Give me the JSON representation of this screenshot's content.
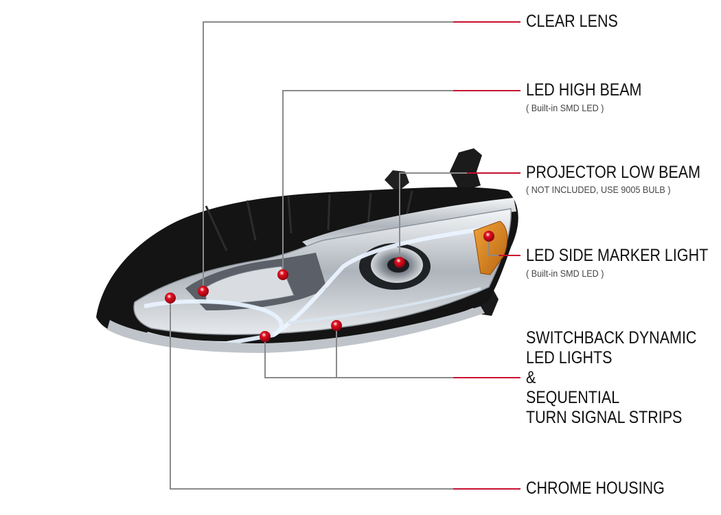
{
  "colors": {
    "leader_line": "#8a8a8a",
    "accent_red": "#c8102e",
    "housing_black": "#141414",
    "chrome": "#c9cdd2",
    "amber": "#e08a1e"
  },
  "labels": {
    "clear_lens": "CLEAR LENS",
    "led_high_beam": "LED HIGH BEAM",
    "led_high_beam_note": "( Built-in SMD LED )",
    "projector_low_beam": "PROJECTOR LOW BEAM",
    "projector_low_beam_note": "( NOT INCLUDED, USE  9005  BULB )",
    "led_side_marker": "LED SIDE MARKER LIGHT",
    "led_side_marker_note": "( Built-in SMD LED )",
    "switchback_lines": [
      "SWITCHBACK DYNAMIC",
      "LED LIGHTS",
      "&",
      "SEQUENTIAL",
      "TURN SIGNAL STRIPS"
    ],
    "chrome_housing": "CHROME HOUSING"
  }
}
